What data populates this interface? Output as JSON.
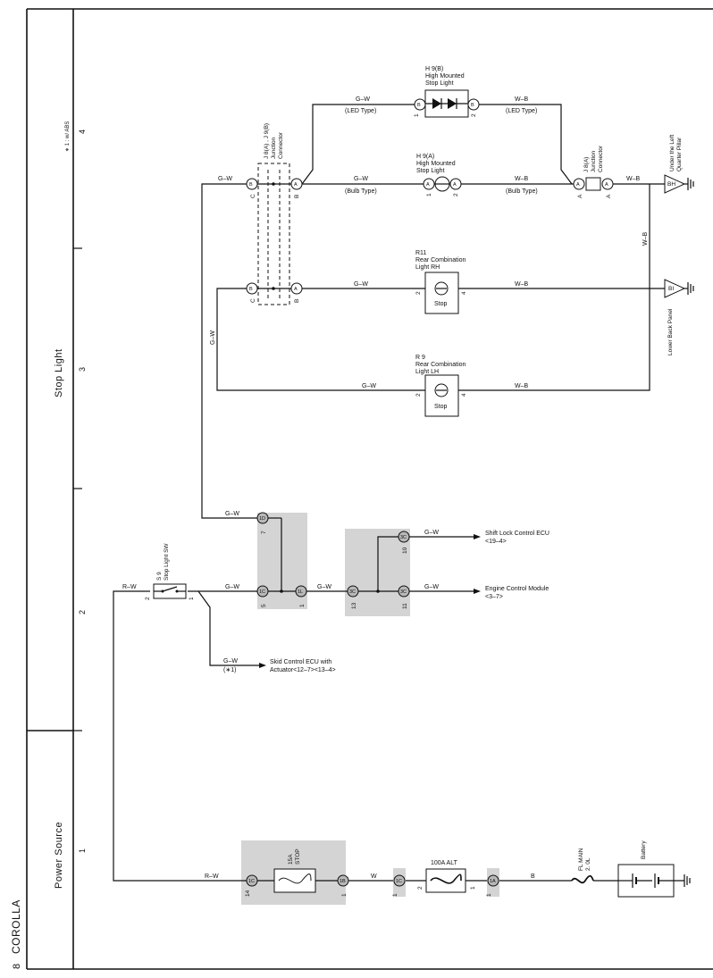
{
  "page": {
    "number": "8",
    "model": "COROLLA"
  },
  "sections": [
    {
      "label": "Power Source",
      "grid": "1"
    },
    {
      "label": "Stop Light",
      "grid": "3"
    }
  ],
  "grid_labels": [
    "2",
    "4"
  ],
  "note": "∗ 1 : w/ ABS",
  "wires": {
    "gw": "G–W",
    "wb": "W–B",
    "rw": "R–W",
    "w": "W",
    "b": "B"
  },
  "types": {
    "led": "(LED Type)",
    "bulb": "(Bulb Type)"
  },
  "components": {
    "h9b": {
      "id": "H 9(B)",
      "name1": "High Mounted",
      "name2": "Stop Light"
    },
    "h9a": {
      "id": "H 9(A)",
      "name1": "High Mounted",
      "name2": "Stop Light"
    },
    "j8left": {
      "id": "J 8(A) , J 9(B)",
      "name1": "Junction",
      "name2": "Connector"
    },
    "j8right": {
      "id": "J 8(A)",
      "name1": "Junction",
      "name2": "Connector"
    },
    "r11": {
      "id": "R11",
      "name1": "Rear Combination",
      "name2": "Light RH",
      "inner": "Stop"
    },
    "r9": {
      "id": "R 9",
      "name1": "Rear Combination",
      "name2": "Light LH",
      "inner": "Stop"
    },
    "s9": {
      "id": "S 9",
      "name": "Stop Light SW"
    },
    "fuse_stop": {
      "amp": "15A",
      "name": "STOP"
    },
    "alt": {
      "name": "100A ALT"
    },
    "fl_main": {
      "name": "FL MAIN",
      "size": "2. 0L"
    },
    "battery": {
      "name": "Battery"
    }
  },
  "grounds": {
    "bh": {
      "code": "BH",
      "l1": "Under the Left",
      "l2": "Quarter Pillar"
    },
    "bi": {
      "code": "BI",
      "l1": "Lower Back Panel"
    }
  },
  "destinations": {
    "shift_lock": {
      "l1": "Shift Lock Control ECU",
      "l2": "<19–4>"
    },
    "engine": {
      "l1": "Engine Control Module",
      "l2": "<3–7>"
    },
    "skid": {
      "l1": "Skid Control ECU with",
      "l2": "Actuator<12–7><13–4>",
      "note": "(∗1)"
    }
  },
  "connectors": {
    "c1": "1D",
    "c2": "1C",
    "c3": "1L",
    "c4": "3C",
    "c5": "3C",
    "c6": "3C",
    "c7": "1C",
    "c8": "1B",
    "c9": "1C",
    "c10": "1A",
    "bc": "B",
    "ba": "A"
  },
  "pins": {
    "p1": "1",
    "p2": "2",
    "p4": "4",
    "p5": "5",
    "p7": "7",
    "p10": "10",
    "p11": "11",
    "p13": "13",
    "p14": "14",
    "pC": "C",
    "pB": "B",
    "pA": "A"
  }
}
